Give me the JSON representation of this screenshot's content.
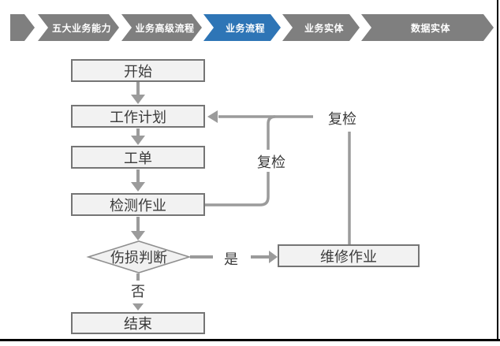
{
  "nav": {
    "items": [
      {
        "label": "五大业务能力",
        "active": false
      },
      {
        "label": "业务高级流程",
        "active": false
      },
      {
        "label": "业务流程",
        "active": true
      },
      {
        "label": "业务实体",
        "active": false
      },
      {
        "label": "数据实体",
        "active": false
      }
    ],
    "colors": {
      "active": "#2e75b6",
      "inactive": "#7f7f7f",
      "text": "#ffffff"
    }
  },
  "flowchart": {
    "nodes": [
      {
        "label": "开始",
        "type": "process"
      },
      {
        "label": "工作计划",
        "type": "process"
      },
      {
        "label": "工单",
        "type": "process"
      },
      {
        "label": "检测作业",
        "type": "process"
      },
      {
        "label": "伤损判断",
        "type": "decision"
      },
      {
        "label": "维修作业",
        "type": "process"
      },
      {
        "label": "结束",
        "type": "process"
      }
    ],
    "labels": {
      "yes": "是",
      "no": "否",
      "recheck_from_inspection": "复检",
      "recheck_from_repair": "复检"
    },
    "colors": {
      "node_fill": "#f2f2f2",
      "node_border": "#757575",
      "connector": "#9b9b9b",
      "text": "#3a3a3a",
      "slide_border": "#000000"
    }
  }
}
